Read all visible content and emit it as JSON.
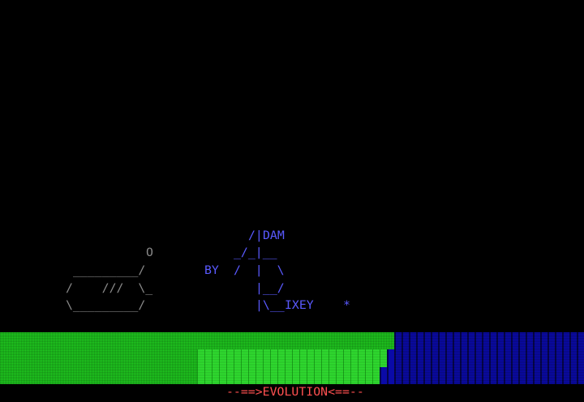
{
  "title_art": {
    "by_label": "BY",
    "name_top": "DAM",
    "name_bottom": "IXEY",
    "star": "*"
  },
  "tank_art": {
    "hatch": "O",
    "row_top": "_________/",
    "row_mid": "/    ///  \\_",
    "row_bot": "\\_________/"
  },
  "logo_art": {
    "r13": "/|",
    "r14": "_/_|__",
    "r15": "/  |  \\",
    "r16": "|__/",
    "r17": "|\\__"
  },
  "footer": {
    "title": "--==>EVOLUTION<==--"
  },
  "colors": {
    "text_gray": "#8a8a8a",
    "text_blue": "#5a5aff",
    "title_red": "#ff5050",
    "grass": "#20d020",
    "water": "#0a0aa8"
  }
}
